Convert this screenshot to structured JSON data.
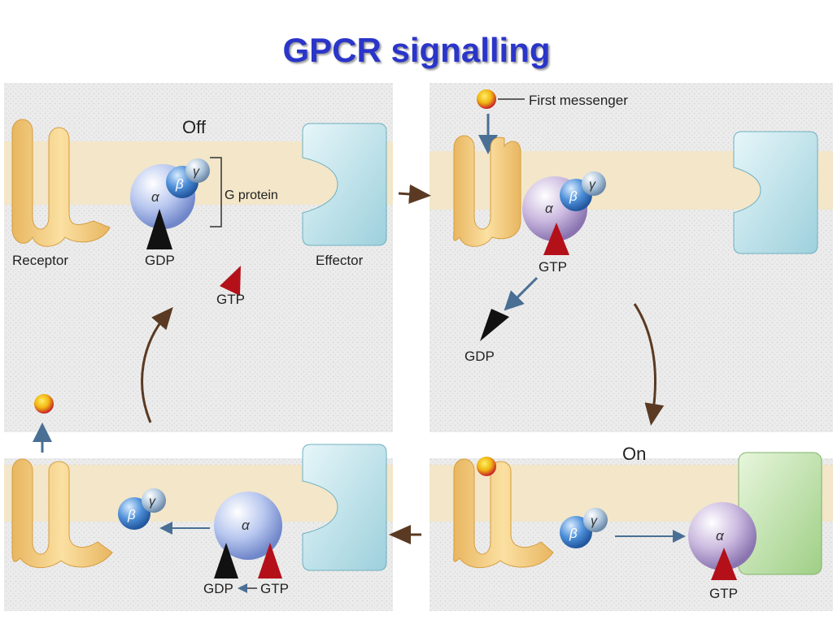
{
  "title": "GPCR signalling",
  "labels": {
    "off": "Off",
    "on": "On",
    "receptor": "Receptor",
    "effector": "Effector",
    "g_protein": "G protein",
    "first_messenger": "First messenger"
  },
  "subunits": {
    "alpha": "α",
    "beta": "β",
    "gamma": "γ"
  },
  "nucleotides": {
    "gdp": "GDP",
    "gtp": "GTP"
  },
  "colors": {
    "title": "#2a35c9",
    "receptor": "#f4c97a",
    "effector": "#bde3ea",
    "effector_active": "#bfe1a8",
    "alpha_inactive": "#b7c6ee",
    "alpha_active": "#cdbbe0",
    "beta": "#3f7fcf",
    "gamma": "#a7c2de",
    "gdp": "#111111",
    "gtp": "#b3101a",
    "membrane": "#f1e3c6",
    "cytoplasm": "#e9e9ea"
  }
}
